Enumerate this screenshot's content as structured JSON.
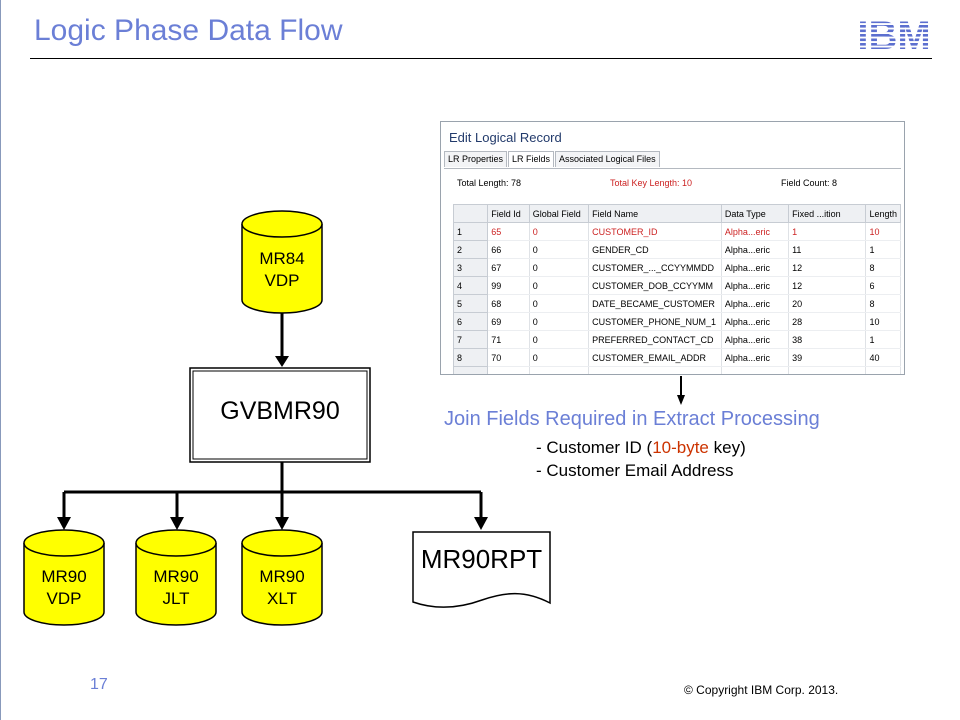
{
  "slide": {
    "title": "Logic Phase Data Flow",
    "logo_text": "IBM",
    "page_number": "17",
    "copyright": "© Copyright  IBM Corp. 2013."
  },
  "diagram": {
    "nodes": {
      "mr84_vdp": {
        "line1": "MR84",
        "line2": "VDP"
      },
      "gvbmr90": {
        "label": "GVBMR90"
      },
      "mr90_vdp": {
        "line1": "MR90",
        "line2": "VDP"
      },
      "mr90_jlt": {
        "line1": "MR90",
        "line2": "JLT"
      },
      "mr90_xlt": {
        "line1": "MR90",
        "line2": "XLT"
      },
      "mr90rpt": {
        "label": "MR90RPT"
      }
    },
    "colors": {
      "datastore_fill": "#ffff00",
      "stroke": "#000000"
    }
  },
  "lr_window": {
    "title": "Edit Logical Record",
    "tabs": [
      "LR Properties",
      "LR Fields",
      "Associated Logical Files"
    ],
    "active_tab": "LR Fields",
    "total_length": "Total Length: 78",
    "total_key_length": "Total Key Length: 10",
    "field_count": "Field Count: 8",
    "columns": [
      "Field Id",
      "Global Field",
      "Field Name",
      "Data Type",
      "Fixed ...ition",
      "Length"
    ],
    "rows": [
      {
        "n": "1",
        "id": "65",
        "global": "0",
        "name": "CUSTOMER_ID",
        "type": "Alpha...eric",
        "pos": "1",
        "len": "10"
      },
      {
        "n": "2",
        "id": "66",
        "global": "0",
        "name": "GENDER_CD",
        "type": "Alpha...eric",
        "pos": "11",
        "len": "1"
      },
      {
        "n": "3",
        "id": "67",
        "global": "0",
        "name": "CUSTOMER_..._CCYYMMDD",
        "type": "Alpha...eric",
        "pos": "12",
        "len": "8"
      },
      {
        "n": "4",
        "id": "99",
        "global": "0",
        "name": "CUSTOMER_DOB_CCYYMM",
        "type": "Alpha...eric",
        "pos": "12",
        "len": "6"
      },
      {
        "n": "5",
        "id": "68",
        "global": "0",
        "name": "DATE_BECAME_CUSTOMER",
        "type": "Alpha...eric",
        "pos": "20",
        "len": "8"
      },
      {
        "n": "6",
        "id": "69",
        "global": "0",
        "name": "CUSTOMER_PHONE_NUM_1",
        "type": "Alpha...eric",
        "pos": "28",
        "len": "10"
      },
      {
        "n": "7",
        "id": "71",
        "global": "0",
        "name": "PREFERRED_CONTACT_CD",
        "type": "Alpha...eric",
        "pos": "38",
        "len": "1"
      },
      {
        "n": "8",
        "id": "70",
        "global": "0",
        "name": "CUSTOMER_EMAIL_ADDR",
        "type": "Alpha...eric",
        "pos": "39",
        "len": "40"
      }
    ]
  },
  "join_fields": {
    "title": "Join Fields Required in Extract Processing",
    "item1_pre": "- Customer  ID (",
    "item1_red": "10-byte",
    "item1_post": " key)",
    "item2": "- Customer  Email Address"
  }
}
